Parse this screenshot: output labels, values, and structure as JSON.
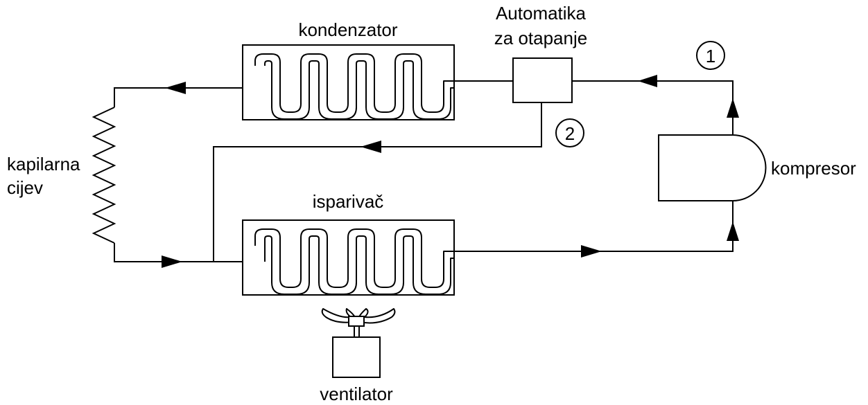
{
  "labels": {
    "condenser": "kondenzator",
    "defrost_line1": "Automatika",
    "defrost_line2": "za otapanje",
    "capillary_line1": "kapilarna",
    "capillary_line2": "cijev",
    "evaporator": "isparivač",
    "compressor": "kompresor",
    "fan": "ventilator"
  },
  "markers": {
    "one": "1",
    "two": "2"
  },
  "colors": {
    "line": "#000000",
    "background": "#ffffff"
  }
}
